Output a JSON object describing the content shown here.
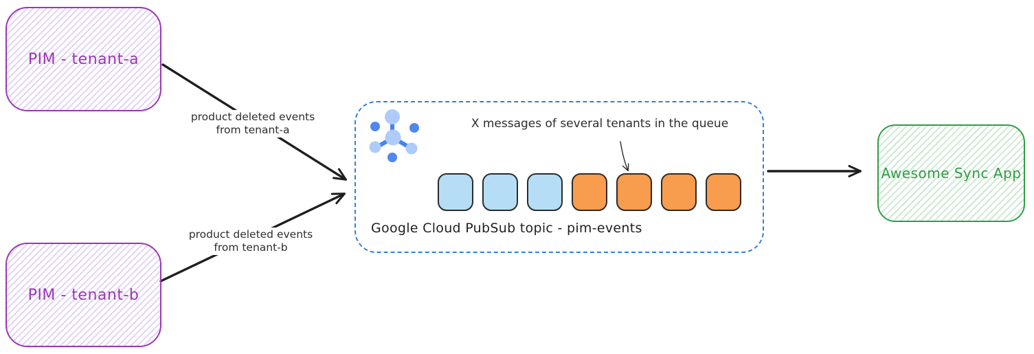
{
  "nodes": {
    "pim_a": {
      "label": "PIM - tenant-a"
    },
    "pim_b": {
      "label": "PIM - tenant-b"
    },
    "pubsub": {
      "label": "Google Cloud PubSub topic - pim-events",
      "annotation": "X messages of several tenants in the queue",
      "queue_items": [
        "blue",
        "blue",
        "blue",
        "orange",
        "orange",
        "orange",
        "orange"
      ]
    },
    "sync_app": {
      "label": "Awesome Sync App"
    }
  },
  "edges": {
    "a_to_pubsub": {
      "label_line1": "product deleted events",
      "label_line2": "from tenant-a"
    },
    "b_to_pubsub": {
      "label_line1": "product deleted events",
      "label_line2": "from tenant-b"
    }
  },
  "colors": {
    "purple": "#9c36b5",
    "green": "#2f9e44",
    "dashed_blue": "#2f7fe0",
    "stroke_dark": "#1e1e1e",
    "queue_blue": "#b5def6",
    "queue_orange": "#f89c4e",
    "icon_light_blue": "#aecbfa",
    "icon_dark_blue": "#4285f4"
  }
}
